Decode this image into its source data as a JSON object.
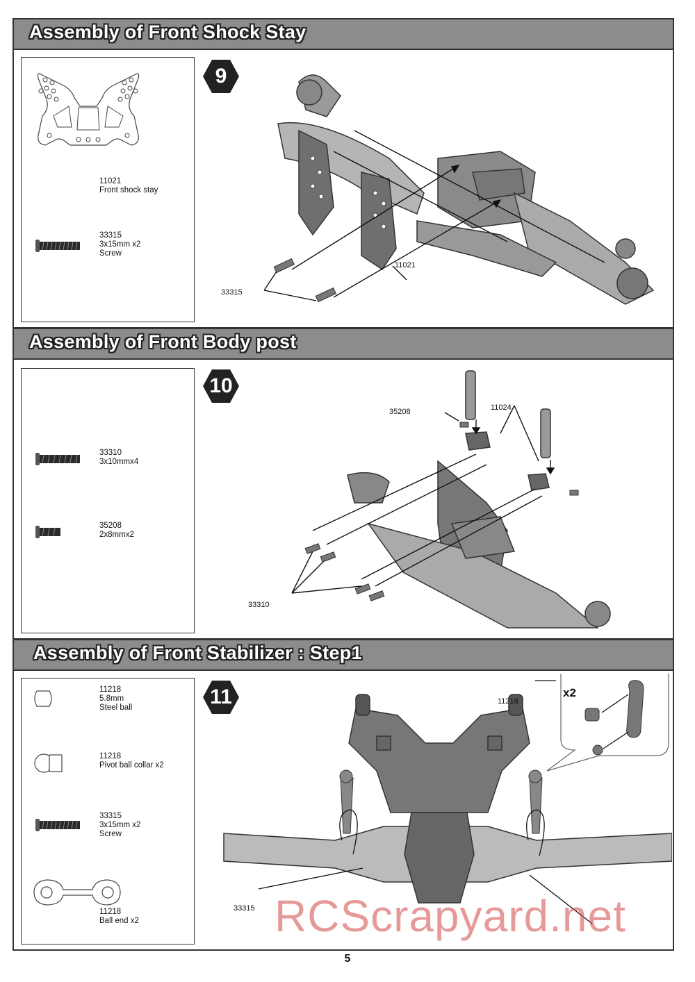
{
  "sections": [
    {
      "title": "Assembly of Front Shock Stay",
      "step": "9",
      "parts": [
        {
          "code": "11021",
          "name": "Front shock stay"
        },
        {
          "code": "33315",
          "size": "3x15mm x2",
          "name": "Screw"
        }
      ],
      "callouts": {
        "stay": "11021",
        "screw": "33315"
      }
    },
    {
      "title": "Assembly of Front Body post",
      "step": "10",
      "parts": [
        {
          "code": "33310",
          "size": "3x10mmx4"
        },
        {
          "code": "35208",
          "size": "2x8mmx2"
        }
      ],
      "callouts": {
        "screw_small": "35208",
        "post": "11024",
        "screw": "33310"
      }
    },
    {
      "title": "Assembly of Front Stabilizer : Step1",
      "step": "11",
      "parts": [
        {
          "code": "11218",
          "size": "5.8mm",
          "name": "Steel ball"
        },
        {
          "code": "11218",
          "name": "Pivot ball collar x2"
        },
        {
          "code": "33315",
          "size": "3x15mm x2",
          "name": "Screw"
        },
        {
          "code": "11218",
          "name": "Ball end x2"
        }
      ],
      "callouts": {
        "ball": "11218",
        "screw": "33315",
        "qty": "x2"
      }
    }
  ],
  "page_number": "5",
  "watermark": "RCScrapyard.net"
}
